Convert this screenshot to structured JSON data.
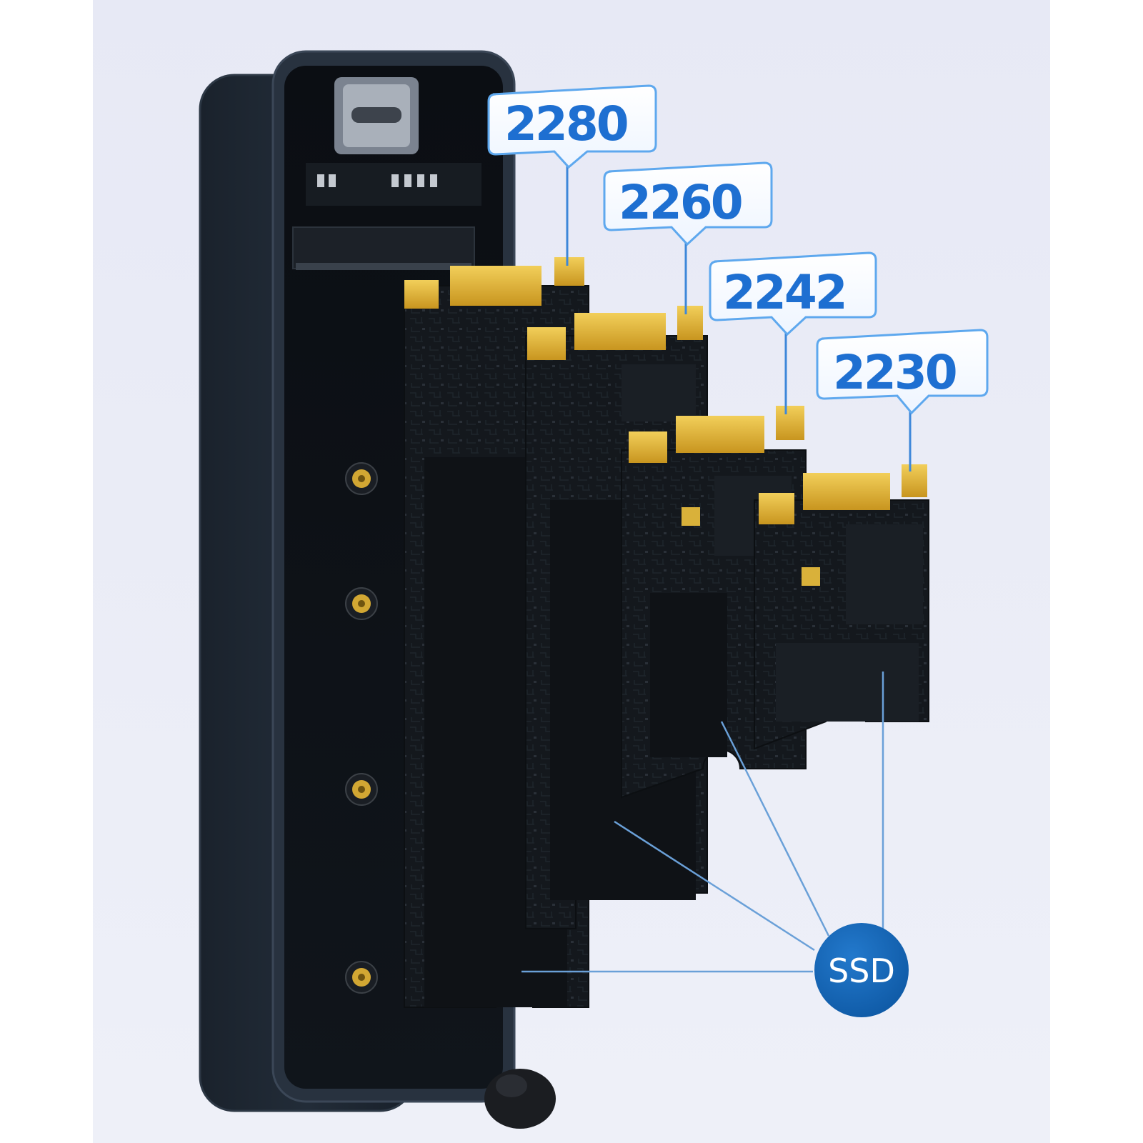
{
  "scene": {
    "background_color": "#eceef7",
    "enclosure_color": "#1e2732",
    "pcb_color": "#15191e",
    "gold_color": "#e1b437",
    "accent_color": "#1e6fd1",
    "ssd_badge_color": "#1565b5"
  },
  "callouts": [
    {
      "id": "2280",
      "label": "2280"
    },
    {
      "id": "2260",
      "label": "2260"
    },
    {
      "id": "2242",
      "label": "2242"
    },
    {
      "id": "2230",
      "label": "2230"
    }
  ],
  "badge": {
    "label": "SSD"
  }
}
